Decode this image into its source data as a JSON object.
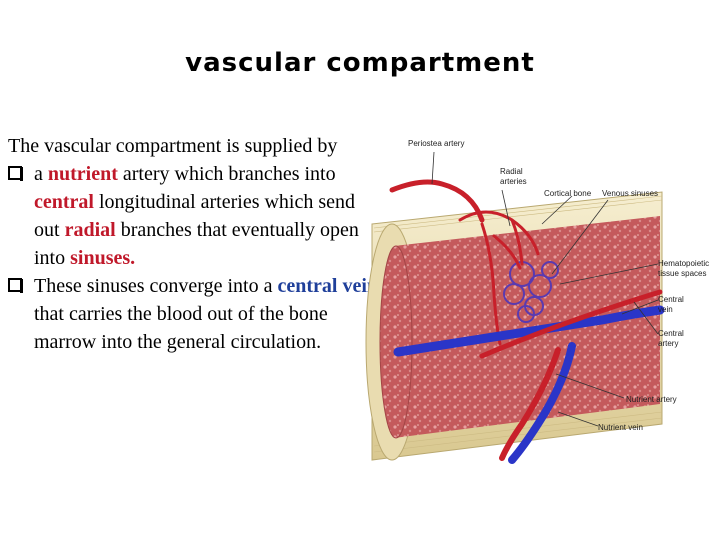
{
  "slide": {
    "title": "vascular compartment",
    "intro": "The vascular compartment is supplied by",
    "bullet1": {
      "pre": "a ",
      "nutrient": "nutrient",
      "mid1": " artery which branches into ",
      "central": "central",
      "mid2": " longitudinal arteries which send out ",
      "radial": "radial",
      "mid3": " branches that eventually open into ",
      "sinuses": "sinuses."
    },
    "bullet2": {
      "pre": "These sinuses converge into a ",
      "central_vein": "central vein",
      "post": " that carries the blood out of the bone marrow into the general circulation."
    }
  },
  "figure": {
    "labels": {
      "periosteal_artery": "Periostea artery",
      "radial_arteries_1": "Radial",
      "radial_arteries_2": "arteries",
      "cortical_bone": "Cortical bone",
      "venous_sinuses": "Venous sinuses",
      "hematopoietic_1": "Hematopoietic",
      "hematopoietic_2": "tissue spaces",
      "central_vein_1": "Central",
      "central_vein_2": "vein",
      "central_artery_1": "Central",
      "central_artery_2": "artery",
      "nutrient_artery": "Nutrient artery",
      "nutrient_vein": "Nutrient vein"
    },
    "colors": {
      "artery": "#c8202a",
      "vein": "#2a35c8",
      "marrow": "#c85a5e",
      "bone": "#efe3b8"
    }
  }
}
